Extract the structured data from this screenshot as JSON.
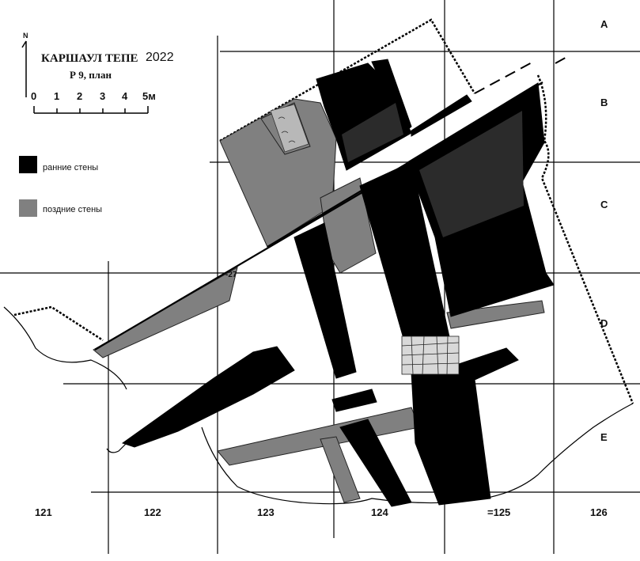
{
  "map": {
    "title": "КАРШАУЛ ТЕПЕ",
    "year": "2022",
    "subtitle": "Р 9,  план",
    "north_label": "N",
    "scale": {
      "labels": [
        "0",
        "1",
        "2",
        "3",
        "4",
        "5м"
      ]
    },
    "legend": [
      {
        "label": "ранние стены",
        "color": "#000000"
      },
      {
        "label": "поздние стены",
        "color": "#808080"
      }
    ],
    "grid_rows": [
      "А",
      "В",
      "С",
      "D",
      "Е"
    ],
    "grid_cols": [
      "121",
      "122",
      "123",
      "124",
      "=125",
      "126"
    ],
    "point_mark": "-27"
  }
}
